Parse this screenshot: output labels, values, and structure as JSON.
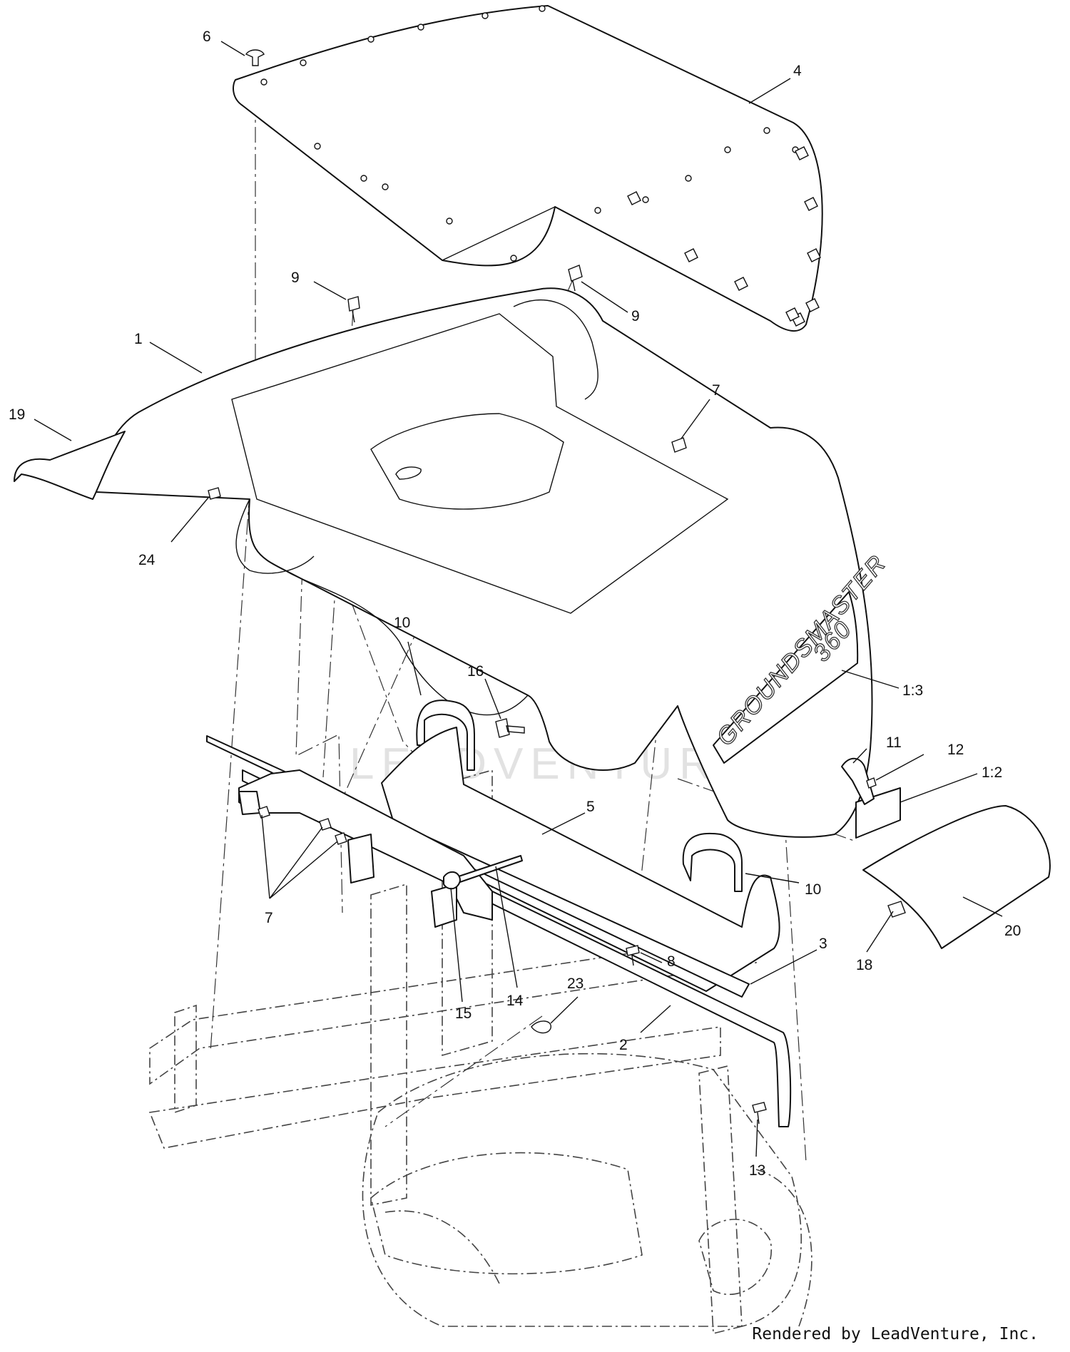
{
  "diagram": {
    "callouts": [
      {
        "id": "c6",
        "label": "6"
      },
      {
        "id": "c4",
        "label": "4"
      },
      {
        "id": "c9a",
        "label": "9"
      },
      {
        "id": "c9b",
        "label": "9"
      },
      {
        "id": "c1",
        "label": "1"
      },
      {
        "id": "c19",
        "label": "19"
      },
      {
        "id": "c7a",
        "label": "7"
      },
      {
        "id": "c24",
        "label": "24"
      },
      {
        "id": "c10a",
        "label": "10"
      },
      {
        "id": "c16",
        "label": "16"
      },
      {
        "id": "c13a",
        "label": "1:3"
      },
      {
        "id": "c11",
        "label": "11"
      },
      {
        "id": "c12",
        "label": "12"
      },
      {
        "id": "c12b",
        "label": "1:2"
      },
      {
        "id": "c5",
        "label": "5"
      },
      {
        "id": "c10b",
        "label": "10"
      },
      {
        "id": "c7b",
        "label": "7"
      },
      {
        "id": "c20",
        "label": "20"
      },
      {
        "id": "c8",
        "label": "8"
      },
      {
        "id": "c3",
        "label": "3"
      },
      {
        "id": "c18",
        "label": "18"
      },
      {
        "id": "c14",
        "label": "14"
      },
      {
        "id": "c15",
        "label": "15"
      },
      {
        "id": "c23",
        "label": "23"
      },
      {
        "id": "c2",
        "label": "2"
      },
      {
        "id": "c13",
        "label": "13"
      }
    ],
    "decal_text": "GROUNDSMASTER",
    "decal_model": "360",
    "watermark": "LEADVENTURE"
  },
  "footer": {
    "credit": "Rendered by LeadVenture, Inc."
  }
}
